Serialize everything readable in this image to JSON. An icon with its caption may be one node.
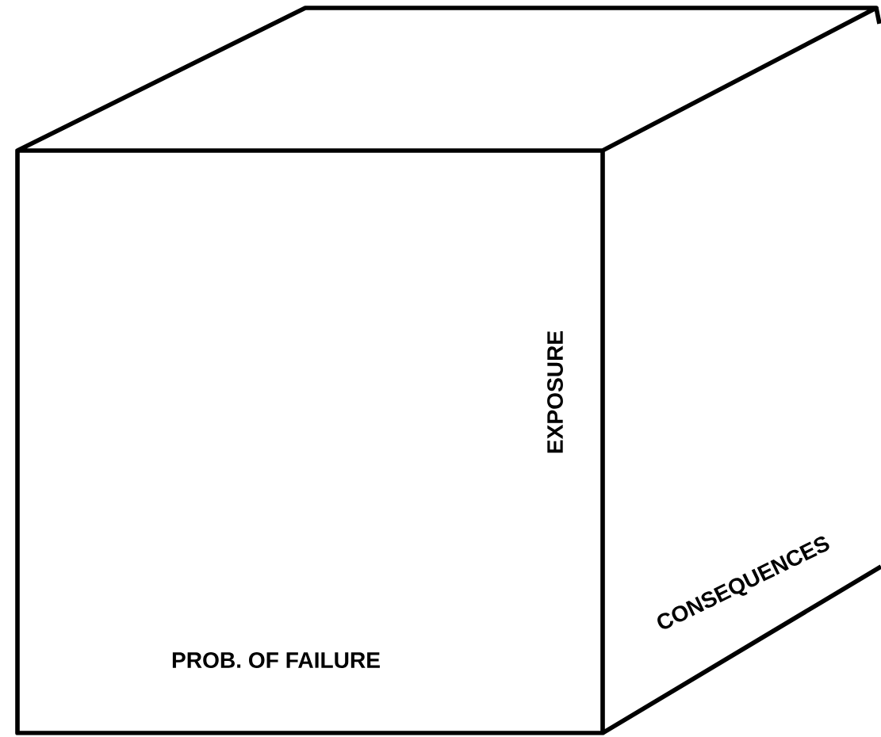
{
  "diagram": {
    "labels": [
      "EXPOSURE",
      "CONSEQUENCES",
      "PROB. OF FAILURE"
    ]
  }
}
